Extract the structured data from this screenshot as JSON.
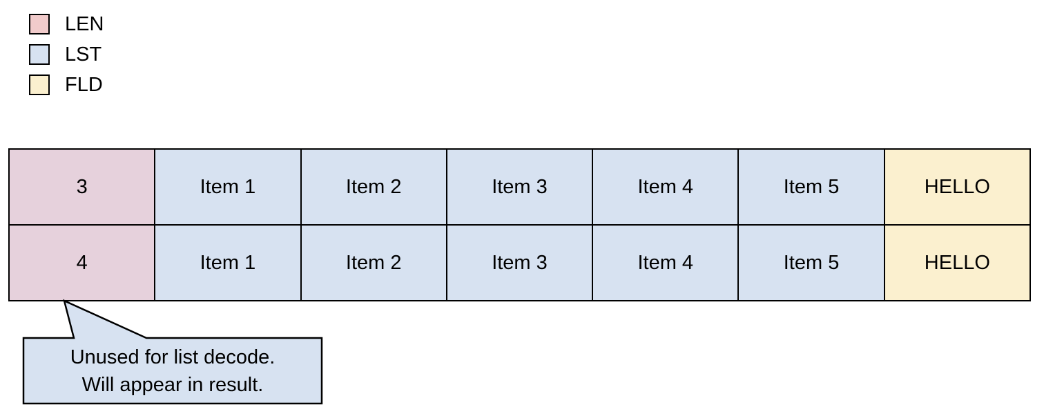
{
  "legend": {
    "items": [
      {
        "label": "LEN",
        "color": "#F1CBCB"
      },
      {
        "label": "LST",
        "color": "#D7E2F1"
      },
      {
        "label": "FLD",
        "color": "#FBF0CF"
      }
    ]
  },
  "table": {
    "columns": [
      "LEN",
      "LST",
      "LST",
      "LST",
      "LST",
      "LST",
      "FLD"
    ],
    "rows": [
      {
        "len": "3",
        "items": [
          "Item 1",
          "Item 2",
          "Item 3",
          "Item 4",
          "Item 5"
        ],
        "fld": "HELLO"
      },
      {
        "len": "4",
        "items": [
          "Item 1",
          "Item 2",
          "Item 3",
          "Item 4",
          "Item 5"
        ],
        "fld": "HELLO"
      }
    ]
  },
  "callout": {
    "line1": "Unused for list decode.",
    "line2": "Will appear in result.",
    "points_at": "len-cell-row-2"
  },
  "colors": {
    "legend_len": "#F1CBCB",
    "table_len": "#E6D1DC",
    "lst": "#D7E2F1",
    "fld": "#FBF0CF",
    "border": "#000000",
    "background": "#FFFFFF"
  }
}
